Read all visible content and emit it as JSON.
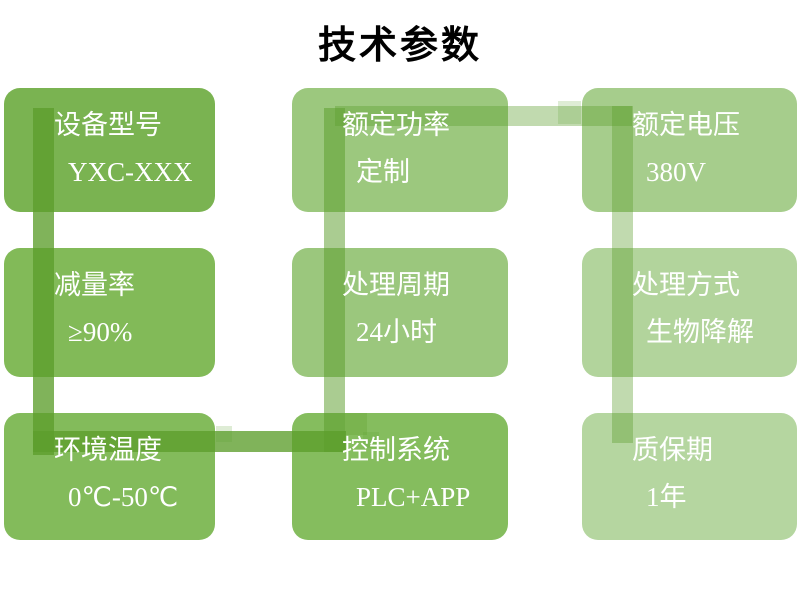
{
  "title": "技术参数",
  "theme": {
    "background": "#ffffff",
    "title_color": "#000000",
    "card_text_color": "#ffffff",
    "connector_green": "#5c9e2c"
  },
  "cards": [
    {
      "label": "设备型号",
      "value": "YXC-XXX",
      "color": "#7ab351"
    },
    {
      "label": "额定功率",
      "value": "定制",
      "color": "#9cc87e"
    },
    {
      "label": "额定电压",
      "value": "380V",
      "color": "#a6cd8c"
    },
    {
      "label": "减量率",
      "value": "≥90%",
      "color": "#82ba58"
    },
    {
      "label": "处理周期",
      "value": "24小时",
      "color": "#9bc77d"
    },
    {
      "label": "处理方式",
      "value": "生物降解",
      "color": "#b2d49c"
    },
    {
      "label": "环境温度",
      "value": "0℃-50℃",
      "color": "#83bb5b"
    },
    {
      "label": "控制系统",
      "value": "PLC+APP",
      "color": "#85bd5e"
    },
    {
      "label": "质保期",
      "value": "1年",
      "color": "#b5d6a0"
    }
  ]
}
